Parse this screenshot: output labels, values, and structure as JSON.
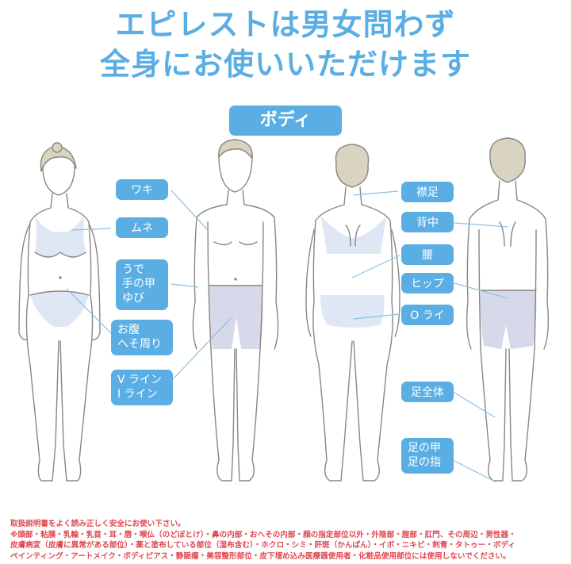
{
  "header": {
    "title_line1": "エピレストは男女問わず",
    "title_line2": "全身にお使いいただけます",
    "title_color": "#5aaee3"
  },
  "section": {
    "label": "ボディ"
  },
  "figures": [
    {
      "name": "female-front"
    },
    {
      "name": "male-front"
    },
    {
      "name": "female-back"
    },
    {
      "name": "male-back"
    }
  ],
  "labels": {
    "left": [
      {
        "id": "waki",
        "text": "ワキ"
      },
      {
        "id": "mune",
        "text": "ムネ"
      },
      {
        "id": "arm",
        "text": "うで\n手の甲\nゆび"
      },
      {
        "id": "belly",
        "text": "お腹\nへそ周り"
      },
      {
        "id": "vio",
        "text": "V ライン\nI ライン"
      }
    ],
    "right": [
      {
        "id": "eriashi",
        "text": "襟足"
      },
      {
        "id": "senaka",
        "text": "背中"
      },
      {
        "id": "koshi",
        "text": "腰"
      },
      {
        "id": "hip",
        "text": "ヒップ"
      },
      {
        "id": "oline",
        "text": "O ライン"
      },
      {
        "id": "leg",
        "text": "足全体"
      },
      {
        "id": "foot",
        "text": "足の甲\n足の指"
      }
    ],
    "color": "#5aaee3"
  },
  "notes": {
    "color": "#e0474f",
    "lines": [
      "取扱説明書をよく読み正しく安全にお使い下さい。",
      "※頭部・粘膜・乳輪・乳首・耳・唇・喉仏（のどぼとけ）・鼻の内部・おへその内部・顔の指定部位以外・外陰部・腟部・肛門、その周辺・男性器・",
      "皮膚病変（皮膚に異常がある部位）・薬と塗布している部位（湿布含む）・ホクロ・シミ・肝斑（かんぱん）・イボ・ニキビ・刺青・タトゥー・ボディ",
      "ペインティング・アートメイク・ボディピアス・静脈瘤・美容整形部位・皮下埋め込み医療器使用者・化粧品使用部位には使用しないでください。"
    ]
  }
}
